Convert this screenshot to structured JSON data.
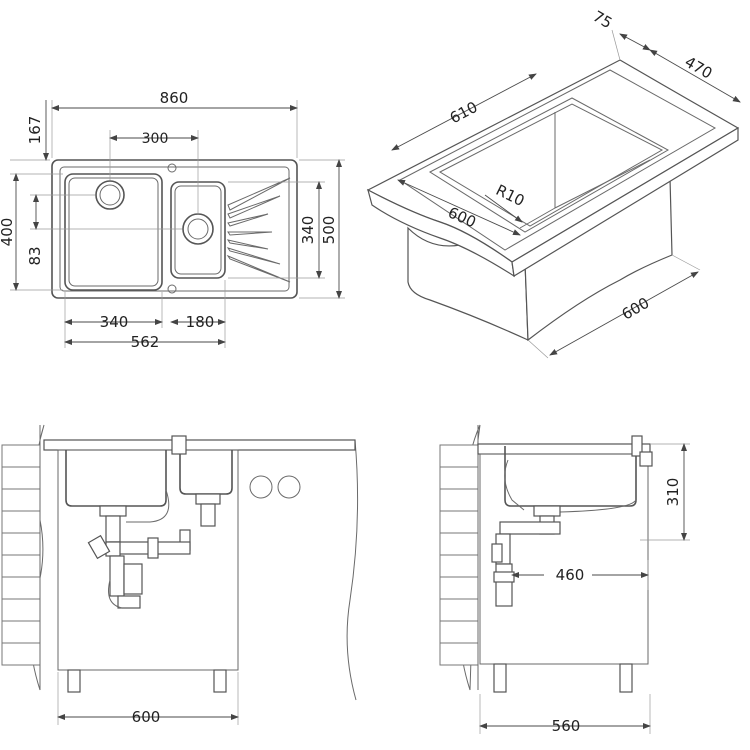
{
  "top_view": {
    "overall_width": "860",
    "main_bowl_offset": "300",
    "depth_top": "167",
    "main_bowl_depth": "400",
    "waste_offset": "83",
    "small_bowl_depth": "340",
    "overall_depth": "500",
    "main_bowl_width": "340",
    "small_bowl_width": "180",
    "bowls_total_width": "562"
  },
  "iso_view": {
    "width_75": "75",
    "width_470": "470",
    "width_610": "610",
    "radius": "R10",
    "depth_600": "600",
    "cabinet_600": "600"
  },
  "front_view": {
    "cabinet_width": "600"
  },
  "side_view": {
    "height": "310",
    "drain_distance": "460",
    "cabinet_depth": "560"
  },
  "colors": {
    "line": "#6a6a6a",
    "fill": "#e6e6e6"
  }
}
